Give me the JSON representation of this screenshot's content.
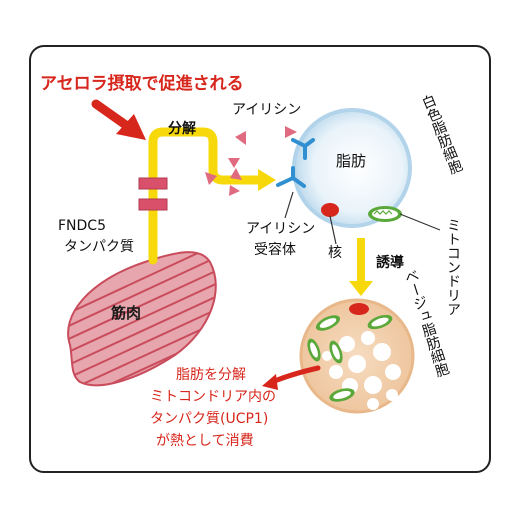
{
  "headline": "アセロラ摂取で促進される",
  "step_split": "分解",
  "protein_name": "FNDC5",
  "protein_desc": "タンパク質",
  "irisin": "アイリシン",
  "receptor_line1": "アイリシン",
  "receptor_line2": "受容体",
  "muscle": "筋肉",
  "fat": "脂肪",
  "nucleus": "核",
  "white_cell": "白色脂肪細胞",
  "mitochondria": "ミトコンドリア",
  "induce": "誘導",
  "beige_cell": "ベージュ脂肪細胞",
  "result": {
    "line1": "脂肪を分解",
    "line2": "ミトコンドリア内の",
    "line3": "タンパク質(UCP1)",
    "line4": "が熱として消費"
  },
  "colors": {
    "red": "#d7261b",
    "yellow": "#f7d80a",
    "muscle": "#e7a6ad",
    "muscle_stripe": "#c94c5c",
    "irisin": "#e06a80",
    "receptor": "#2f8fd0",
    "white_cell": "#dcecf6",
    "beige_cell": "#f3cfa8",
    "mito": "#5aa83a"
  }
}
